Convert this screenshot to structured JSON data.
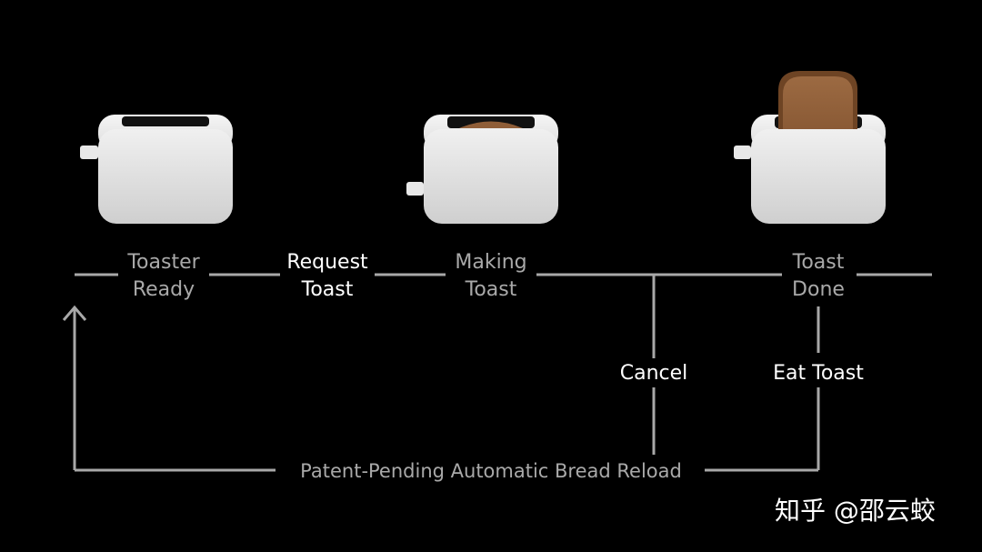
{
  "states": {
    "toaster_ready": [
      "Toaster",
      "Ready"
    ],
    "making_toast": [
      "Making",
      "Toast"
    ],
    "toast_done": [
      "Toast",
      "Done"
    ]
  },
  "events": {
    "request_toast": [
      "Request",
      "Toast"
    ],
    "cancel": "Cancel",
    "eat_toast": "Eat Toast",
    "reload": "Patent-Pending Automatic Bread Reload"
  },
  "watermark": "知乎 @邵云蛟",
  "colors": {
    "background": "#000000",
    "line": "#a8a8a8",
    "state_text": "#a9a9a9",
    "event_text": "#ffffff",
    "toaster_body": "#d9d9d9",
    "toast_bread": "#8f5e38",
    "toast_crust": "#6e4424"
  }
}
